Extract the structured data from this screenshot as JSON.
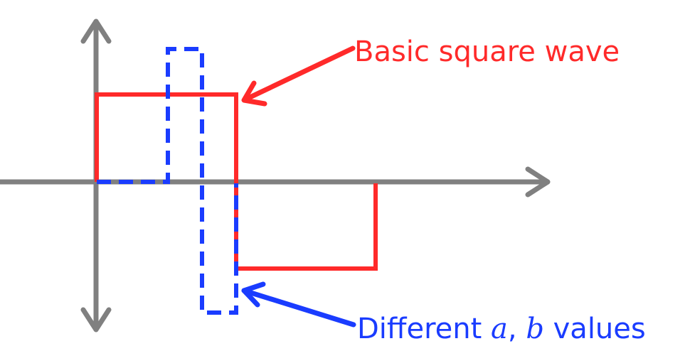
{
  "labels": {
    "basic": {
      "text": "Basic square wave",
      "color": "#ff2a2a"
    },
    "different": {
      "prefix": "Different ",
      "var_a": "a",
      "comma": ", ",
      "var_b": "b",
      "suffix": " values",
      "color": "#1a3cff"
    }
  },
  "colors": {
    "axis": "#808080",
    "basic_wave": "#ff2a2a",
    "modified_wave": "#1a3cff"
  }
}
